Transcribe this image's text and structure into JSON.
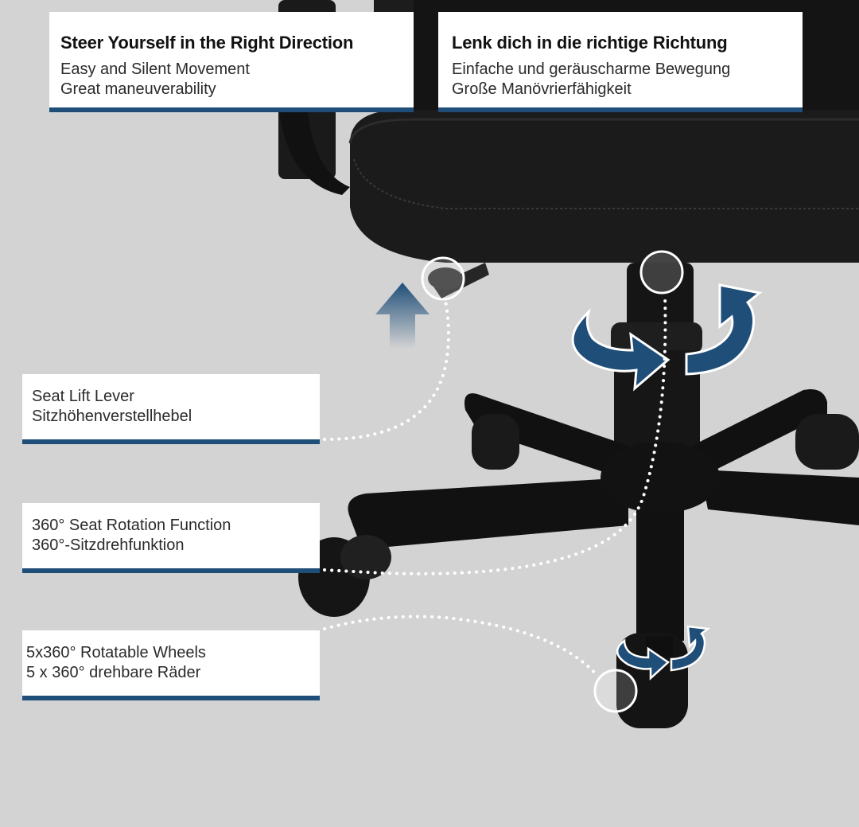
{
  "top_left": {
    "title": "Steer Yourself in the Right Direction",
    "line1": "Easy and Silent Movement",
    "line2": "Great maneuverability"
  },
  "top_right": {
    "title": "Lenk dich in die richtige Richtung",
    "line1": "Einfache und geräuscharme Bewegung",
    "line2": "Große Manövrierfähigkeit"
  },
  "callouts": {
    "lever": {
      "line1": "Seat Lift Lever",
      "line2": "Sitzhöhenverstellhebel"
    },
    "rotation": {
      "line1": "360° Seat Rotation Function",
      "line2": "360°-Sitzdrehfunktion"
    },
    "wheels": {
      "line1": "5x360° Rotatable Wheels",
      "line2": "5 x 360° drehbare Räder"
    }
  },
  "colors": {
    "background": "#d3d3d3",
    "accent": "#1f4e79",
    "chair": "#161616"
  },
  "icons": [
    "up-arrow-icon",
    "rotation-arrows-icon",
    "wheel-rotation-arrows-icon"
  ]
}
